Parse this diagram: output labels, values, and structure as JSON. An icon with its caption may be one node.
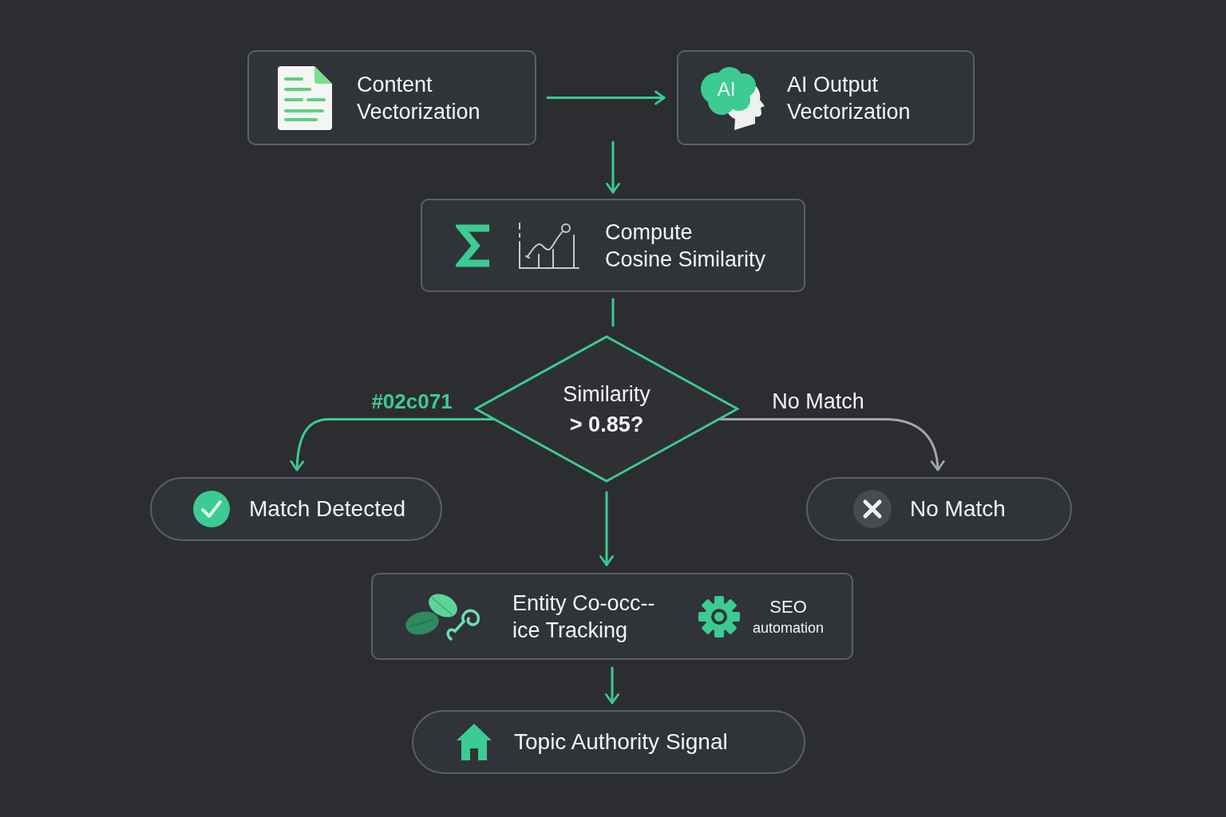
{
  "diagram": {
    "nodes": [
      {
        "text": [
          "Content Vectorization"
        ]
      },
      {
        "text": [
          "AI",
          "AI Output Vectorization"
        ]
      },
      {
        "text": [
          "Compute Cosine Similarity"
        ]
      },
      {
        "text": [
          "Similarity **> 0.85?**"
        ]
      },
      {
        "text": [
          "Match Detected"
        ]
      },
      {
        "text": [
          "No Match"
        ]
      },
      {
        "text": [
          "Entity Co-occ-- ice Tracking",
          "SEO",
          "automation"
        ]
      },
      {
        "text": [
          "Topic Authority Signal"
        ]
      }
    ],
    "edges": [
      {
        "from": 0,
        "to": 1,
        "arrow": "to"
      },
      {
        "from": null,
        "to": 2,
        "arrow": "to"
      },
      {
        "from": 2,
        "to": 3,
        "arrow": "none"
      },
      {
        "from": 3,
        "to": 4,
        "arrow": "to",
        "label": "#02c071"
      },
      {
        "from": 3,
        "to": 5,
        "arrow": "to",
        "label": "No Match",
        "color": "#a3a6ab"
      },
      {
        "from": 3,
        "to": 6,
        "arrow": "to"
      },
      {
        "from": 6,
        "to": 7,
        "arrow": "to"
      }
    ]
  }
}
